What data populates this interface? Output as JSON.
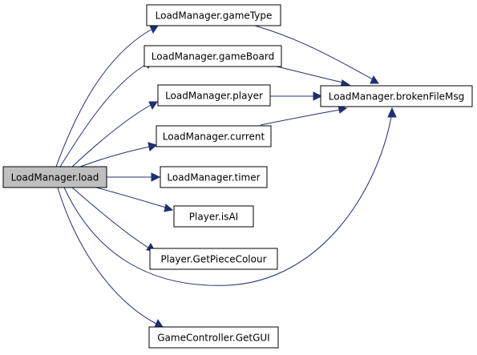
{
  "graph": {
    "edge_color": "#1f2f73",
    "root_fill": "#bfbfbf",
    "node_fill": "#ffffff",
    "nodes": {
      "load": {
        "label": "LoadManager.load"
      },
      "gameType": {
        "label": "LoadManager.gameType"
      },
      "gameBoard": {
        "label": "LoadManager.gameBoard"
      },
      "player": {
        "label": "LoadManager.player"
      },
      "current": {
        "label": "LoadManager.current"
      },
      "timer": {
        "label": "LoadManager.timer"
      },
      "isAI": {
        "label": "Player.isAI"
      },
      "getPieceColour": {
        "label": "Player.GetPieceColour"
      },
      "getGUI": {
        "label": "GameController.GetGUI"
      },
      "brokenFileMsg": {
        "label": "LoadManager.brokenFileMsg"
      }
    },
    "edges": [
      {
        "from": "load",
        "to": "gameType"
      },
      {
        "from": "load",
        "to": "gameBoard"
      },
      {
        "from": "load",
        "to": "player"
      },
      {
        "from": "load",
        "to": "current"
      },
      {
        "from": "load",
        "to": "timer"
      },
      {
        "from": "load",
        "to": "isAI"
      },
      {
        "from": "load",
        "to": "getPieceColour"
      },
      {
        "from": "load",
        "to": "brokenFileMsg"
      },
      {
        "from": "load",
        "to": "getGUI"
      },
      {
        "from": "gameType",
        "to": "brokenFileMsg"
      },
      {
        "from": "gameBoard",
        "to": "brokenFileMsg"
      },
      {
        "from": "player",
        "to": "brokenFileMsg"
      },
      {
        "from": "current",
        "to": "brokenFileMsg"
      }
    ]
  }
}
